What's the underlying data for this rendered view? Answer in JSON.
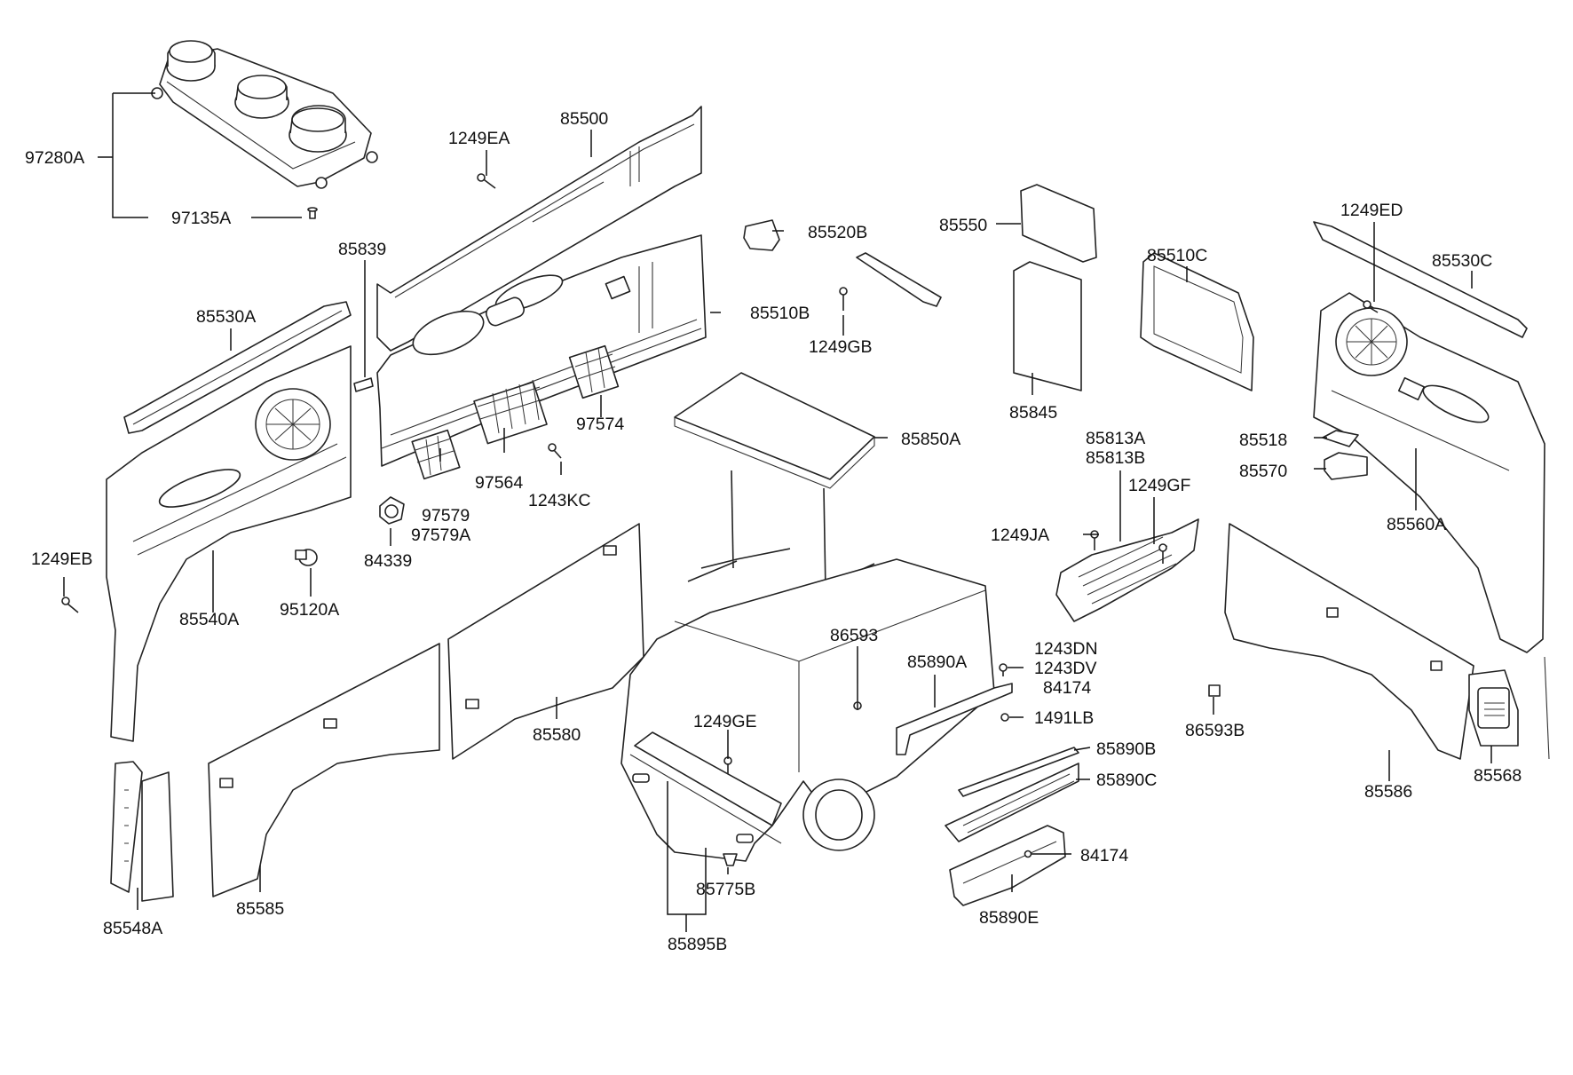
{
  "diagram": {
    "labels": {
      "97280A": "97280A",
      "97135A": "97135A",
      "1249EA": "1249EA",
      "85500": "85500",
      "85839": "85839",
      "85530A": "85530A",
      "85510B": "85510B",
      "85520B": "85520B",
      "1249GB": "1249GB",
      "85550": "85550",
      "85510C": "85510C",
      "1249ED": "1249ED",
      "85530C": "85530C",
      "85845": "85845",
      "97574": "97574",
      "97564": "97564",
      "1243KC": "1243KC",
      "97579": "97579",
      "97579A": "97579A",
      "84339": "84339",
      "1249EB": "1249EB",
      "85540A": "85540A",
      "95120A": "95120A",
      "85850A": "85850A",
      "85813A": "85813A",
      "85813B": "85813B",
      "1249GF": "1249GF",
      "1249JA": "1249JA",
      "85518": "85518",
      "85570": "85570",
      "85560A": "85560A",
      "86593": "86593",
      "85890A": "85890A",
      "1243DN": "1243DN",
      "1243DV": "1243DV",
      "84174_a": "84174",
      "1491LB": "1491LB",
      "86593B": "86593B",
      "85580": "85580",
      "1249GE": "1249GE",
      "85890B": "85890B",
      "85890C": "85890C",
      "85586": "85586",
      "85568": "85568",
      "84174_b": "84174",
      "85548A": "85548A",
      "85585": "85585",
      "85775B": "85775B",
      "85890E": "85890E",
      "85895B": "85895B"
    }
  }
}
